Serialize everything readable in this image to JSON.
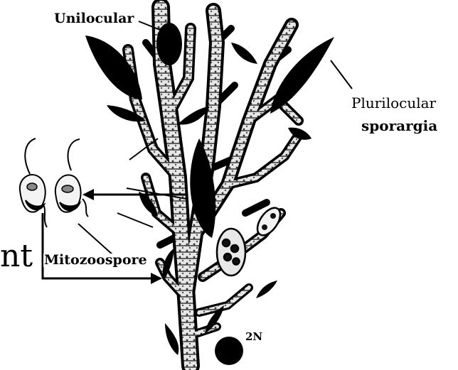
{
  "figure": {
    "labels": {
      "unilocular": "Unilocular",
      "plurilocular_line1": "Plurilocular",
      "plurilocular_line2": "sporargia",
      "mitozoospore": "Mitozoospore",
      "cropped_text": "nt",
      "ploidy": "2N"
    },
    "colors": {
      "ink": "#000000",
      "background": "#ffffff",
      "stem_fill": "#d9d9d9"
    }
  }
}
